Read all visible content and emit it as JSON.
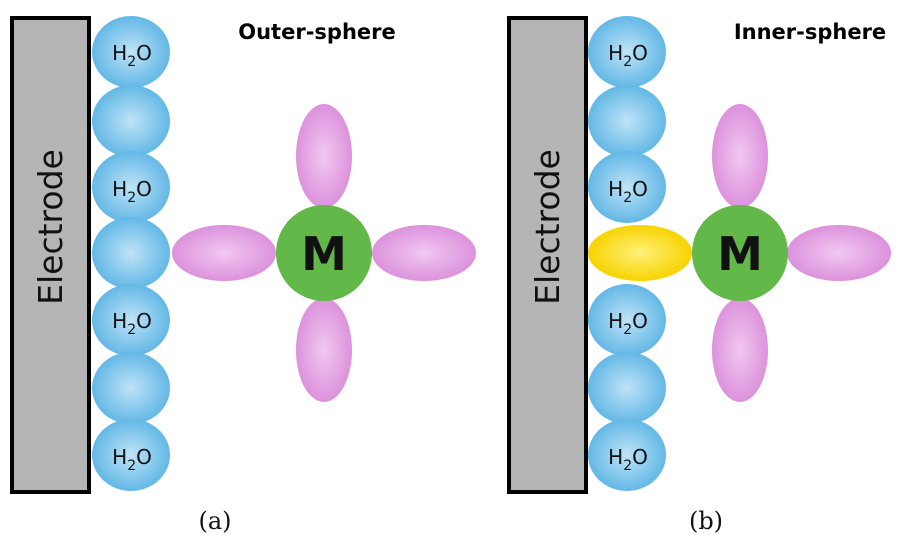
{
  "colors": {
    "electrode_fill": "#b5b5b5",
    "electrode_border": "#000000",
    "water": "#63b8e6",
    "water_highlight": "#bfe3f7",
    "ligand": "#dc92dc",
    "ligand_highlight": "#f1c8f1",
    "metal": "#63b84a",
    "adsorbed_ligand": "#f7d300",
    "adsorbed_highlight": "#fff17a"
  },
  "panels": [
    {
      "title": "Outer-sphere",
      "caption": "(a)",
      "electrode_label": "Electrode",
      "metal_label": "M",
      "water_main": "H",
      "water_sub": "2",
      "water_end": "O"
    },
    {
      "title": "Inner-sphere",
      "caption": "(b)",
      "electrode_label": "Electrode",
      "metal_label": "M",
      "water_main": "H",
      "water_sub": "2",
      "water_end": "O"
    }
  ]
}
